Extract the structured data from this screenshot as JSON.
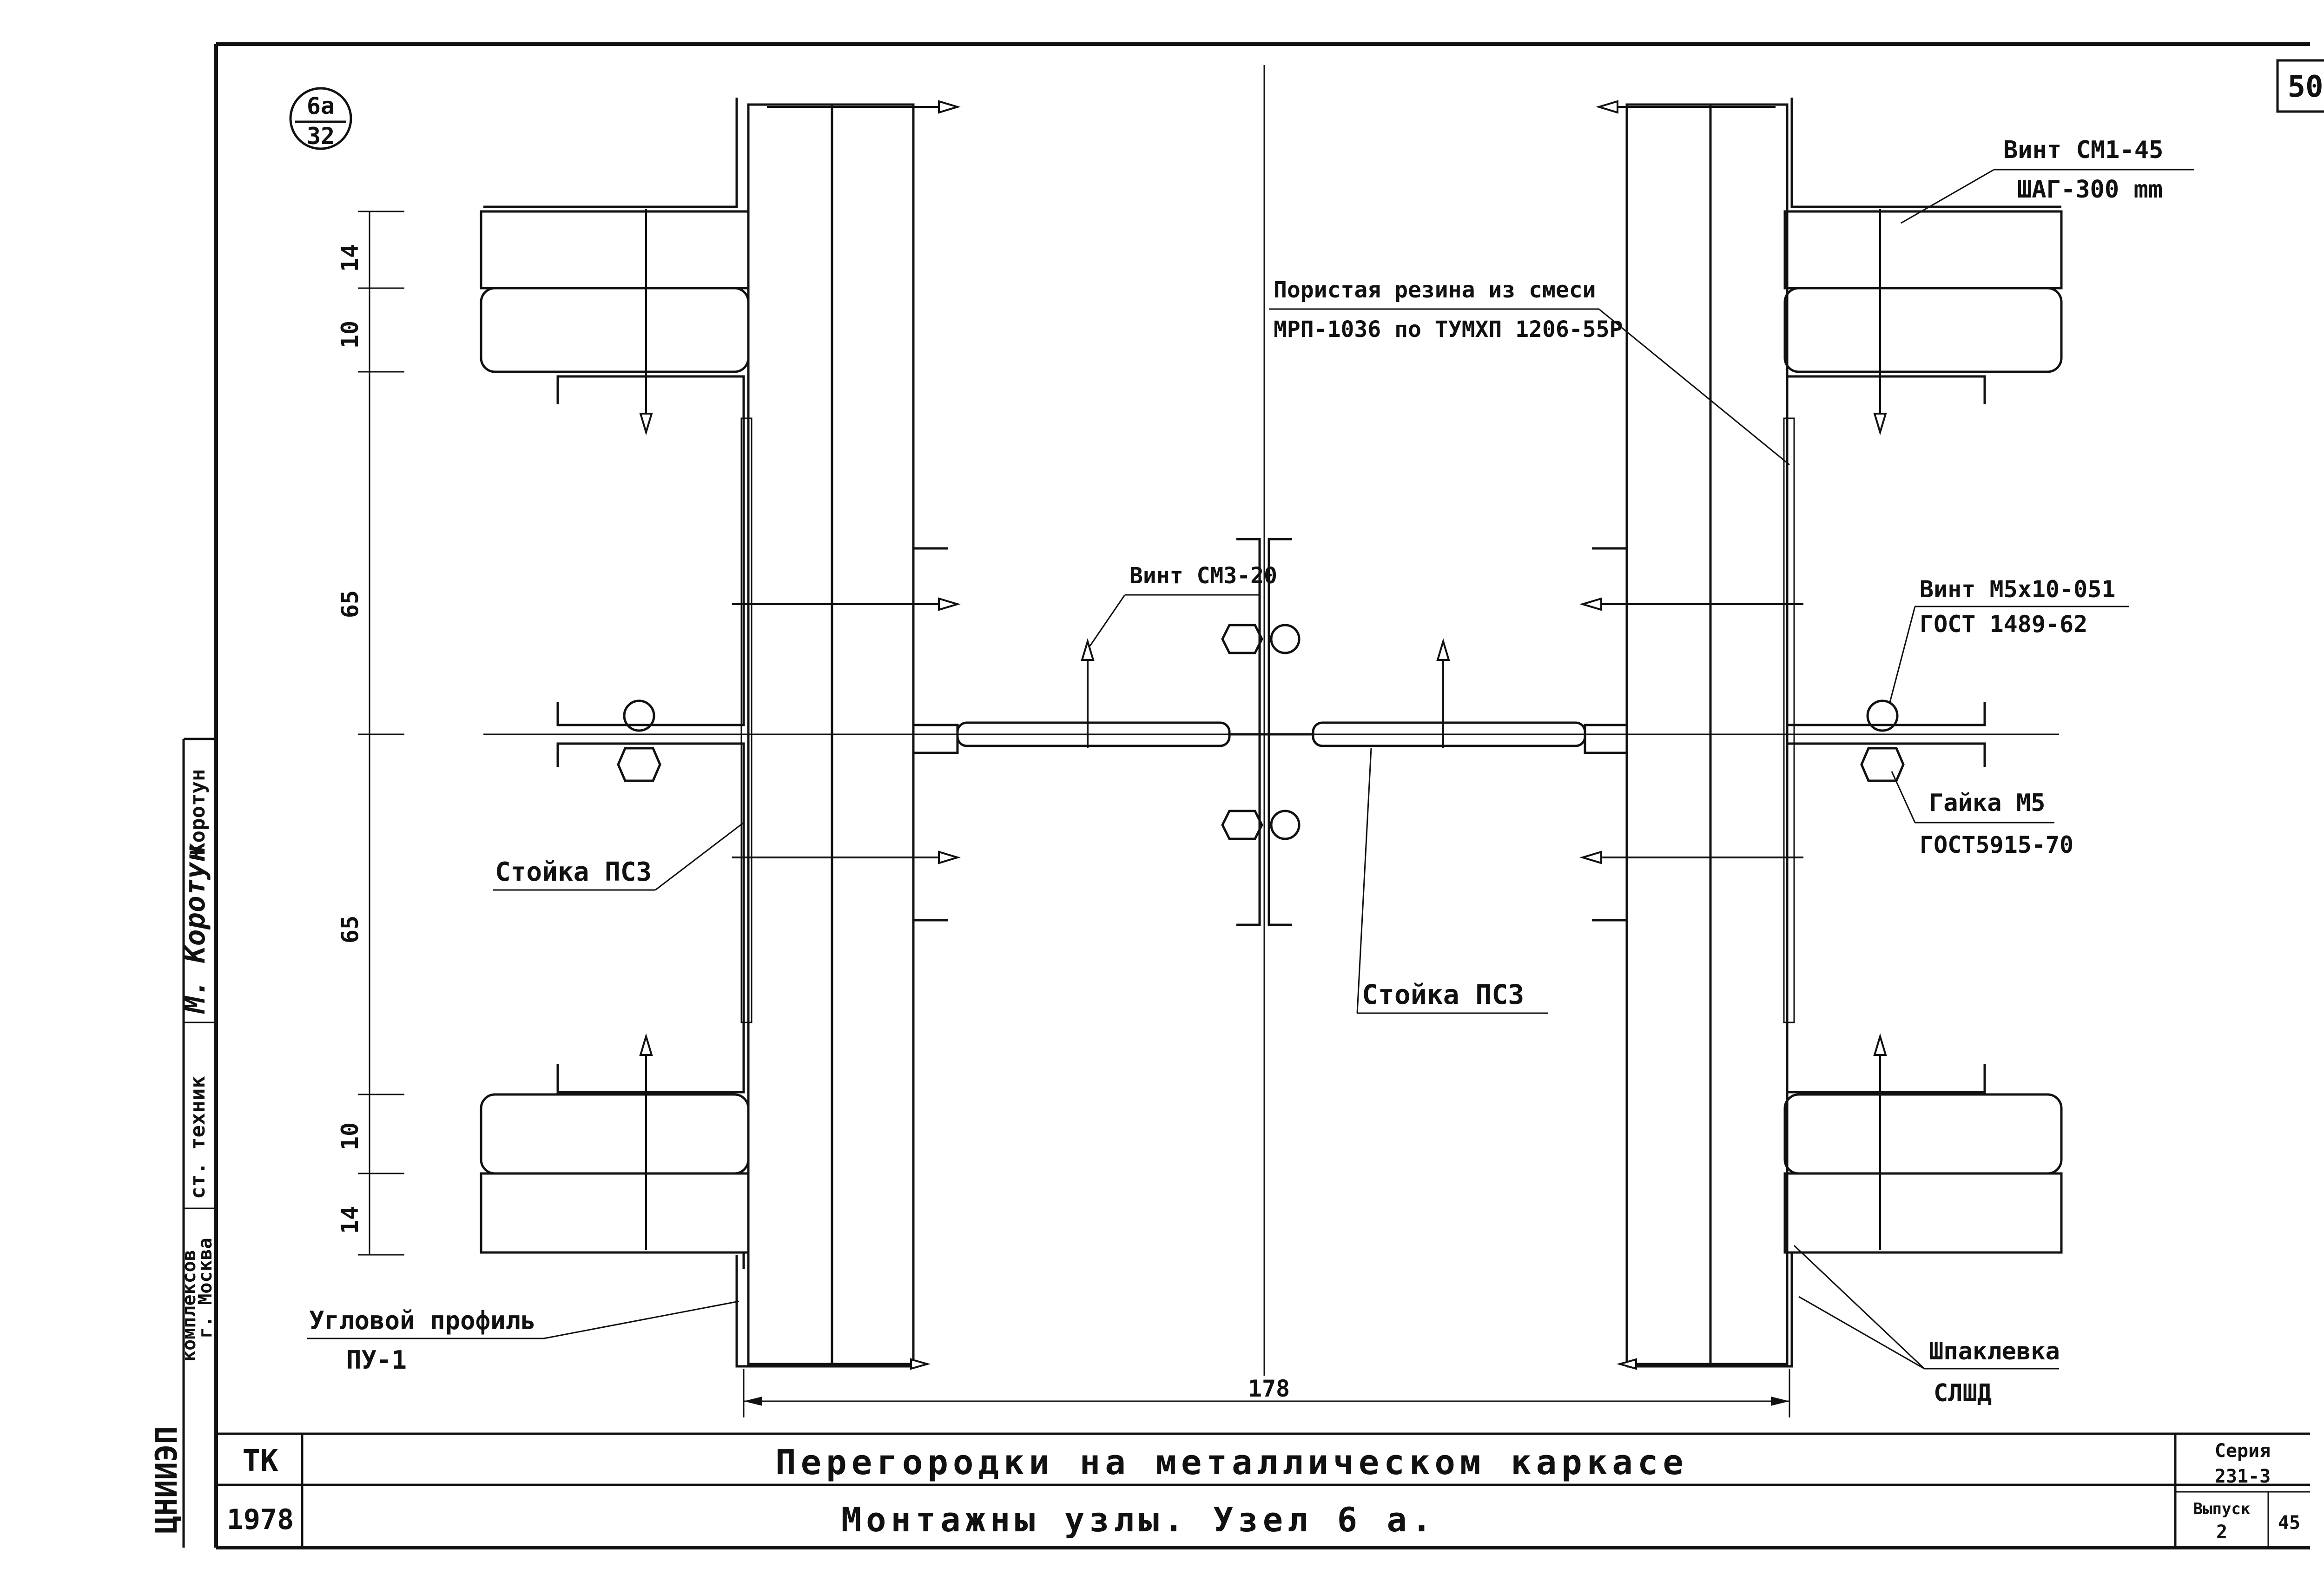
{
  "sheet": {
    "page_number": "50",
    "node_mark_top": "6а",
    "node_mark_bottom": "32"
  },
  "annotations": {
    "screw_cm1": "Винт СМ1-45",
    "screw_cm1_step": "ШАГ-300 mm",
    "rubber_1": "Пористая резина из смеси",
    "rubber_2": "МРП-1036 по ТУМХП 1206-55Р",
    "screw_cm3": "Винт СМ3-20",
    "screw_m5_1": "Винт М5х10-051",
    "screw_m5_2": "ГОСТ 1489-62",
    "nut_1": "Гайка М5",
    "nut_2": "ГОСТ5915-70",
    "post_left": "Стойка ПС3",
    "post_center": "Стойка ПС3",
    "corner_1": "Угловой профиль",
    "corner_2": "ПУ-1",
    "putty_1": "Шпаклевка",
    "putty_2": "СЛШД"
  },
  "dimensions": {
    "v_14_top": "14",
    "v_10_top": "10",
    "v_65_top": "65",
    "v_65_bottom": "65",
    "v_10_bottom": "10",
    "v_14_bottom": "14",
    "width_178": "178"
  },
  "side_stamp": {
    "org_1": "ЦНИИЭП",
    "org_2": "комплексов",
    "org_3": "г. Москва",
    "role": "ст. техник",
    "signature": "М. Коротун",
    "name": "Коротун"
  },
  "title_block": {
    "code": "ТК",
    "year": "1978",
    "title_line_1": "Перегородки на металлическом каркасе",
    "title_line_2": "Монтажны узлы. Узел 6 а.",
    "series_label": "Серия",
    "series_value": "231-3",
    "issue_label": "Выпуск",
    "issue_value": "2",
    "sheet_value": "45"
  }
}
